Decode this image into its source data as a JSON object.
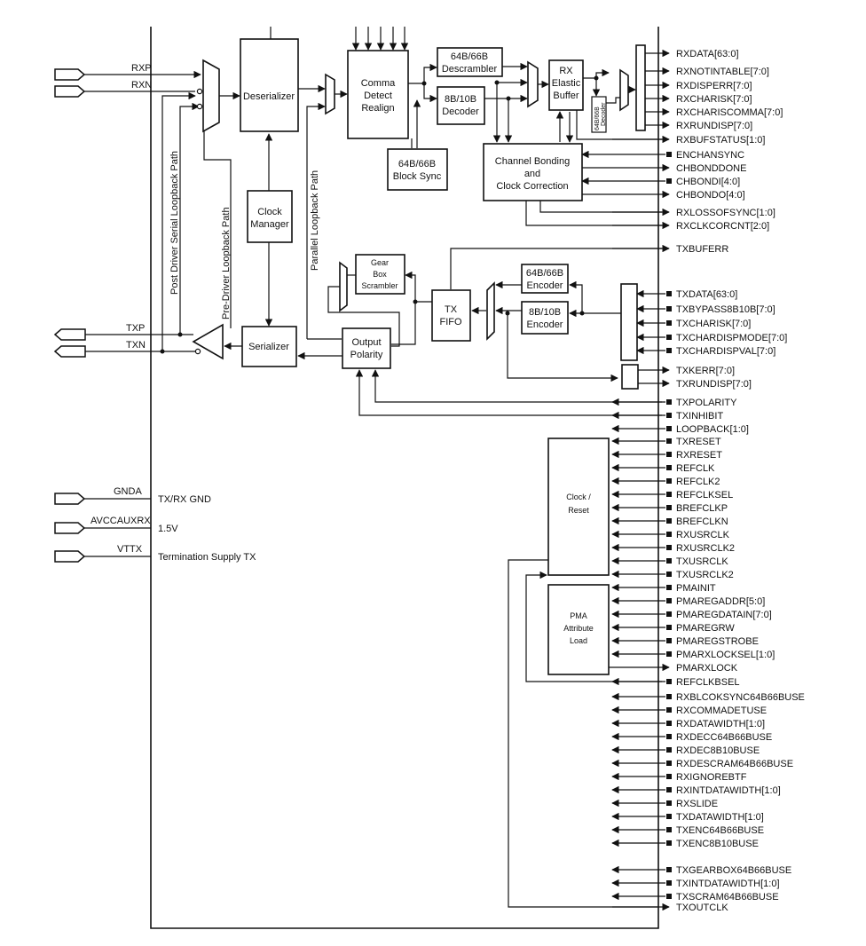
{
  "pins_left": [
    {
      "id": "rxp",
      "label": "RXP"
    },
    {
      "id": "rxn",
      "label": "RXN"
    },
    {
      "id": "txp",
      "label": "TXP"
    },
    {
      "id": "txn",
      "label": "TXN"
    },
    {
      "id": "gnda",
      "label": "GNDA",
      "desc": "TX/RX GND"
    },
    {
      "id": "avcc",
      "label": "AVCCAUXRX",
      "desc": "1.5V"
    },
    {
      "id": "vttx",
      "label": "VTTX",
      "desc": "Termination Supply TX"
    }
  ],
  "blocks": {
    "deserializer": "Deserializer",
    "comma": [
      "Comma",
      "Detect",
      "Realign"
    ],
    "descrambler": [
      "64B/66B",
      "Descrambler"
    ],
    "decoder8b": [
      "8B/10B",
      "Decoder"
    ],
    "elastic": [
      "RX",
      "Elastic",
      "Buffer"
    ],
    "dec64_small": [
      "64B/66B",
      "Decoder"
    ],
    "blocksync": [
      "64B/66B",
      "Block Sync"
    ],
    "chbond": [
      "Channel Bonding",
      "and",
      "Clock Correction"
    ],
    "clockmgr": [
      "Clock",
      "Manager"
    ],
    "gearbox": [
      "Gear",
      "Box",
      "Scrambler"
    ],
    "txfifo": [
      "TX",
      "FIFO"
    ],
    "enc64": [
      "64B/66B",
      "Encoder"
    ],
    "enc8b": [
      "8B/10B",
      "Encoder"
    ],
    "serializer": "Serializer",
    "outpol": [
      "Output",
      "Polarity"
    ],
    "clockreset": [
      "Clock /",
      "Reset"
    ],
    "pma": [
      "PMA",
      "Attribute",
      "Load"
    ]
  },
  "paths": {
    "post_driver": "Post Driver Serial Loopback Path",
    "pre_driver": "Pre-Driver Loopback Path",
    "parallel": "Parallel Loopback Path"
  },
  "signals_right": [
    {
      "label": "RXDATA[63:0]",
      "dir": "out"
    },
    {
      "label": "RXNOTINTABLE[7:0]",
      "dir": "out"
    },
    {
      "label": "RXDISPERR[7:0]",
      "dir": "out"
    },
    {
      "label": "RXCHARISK[7:0]",
      "dir": "out"
    },
    {
      "label": "RXCHARISCOMMA[7:0]",
      "dir": "out"
    },
    {
      "label": "RXRUNDISP[7:0]",
      "dir": "out"
    },
    {
      "label": "RXBUFSTATUS[1:0]",
      "dir": "out"
    },
    {
      "label": "ENCHANSYNC",
      "dir": "in"
    },
    {
      "label": "CHBONDDONE",
      "dir": "out"
    },
    {
      "label": "CHBONDI[4:0]",
      "dir": "in"
    },
    {
      "label": "CHBONDO[4:0]",
      "dir": "out"
    },
    {
      "label": "RXLOSSOFSYNC[1:0]",
      "dir": "out"
    },
    {
      "label": "RXCLKCORCNT[2:0]",
      "dir": "out"
    },
    {
      "label": "TXBUFERR",
      "dir": "out"
    },
    {
      "label": "TXDATA[63:0]",
      "dir": "in"
    },
    {
      "label": "TXBYPASS8B10B[7:0]",
      "dir": "in"
    },
    {
      "label": "TXCHARISK[7:0]",
      "dir": "in"
    },
    {
      "label": "TXCHARDISPMODE[7:0]",
      "dir": "in"
    },
    {
      "label": "TXCHARDISPVAL[7:0]",
      "dir": "in"
    },
    {
      "label": "TXKERR[7:0]",
      "dir": "out"
    },
    {
      "label": "TXRUNDISP[7:0]",
      "dir": "out"
    },
    {
      "label": "TXPOLARITY",
      "dir": "in"
    },
    {
      "label": "TXINHIBIT",
      "dir": "in"
    },
    {
      "label": "LOOPBACK[1:0]",
      "dir": "in"
    },
    {
      "label": "TXRESET",
      "dir": "in"
    },
    {
      "label": "RXRESET",
      "dir": "in"
    },
    {
      "label": "REFCLK",
      "dir": "in"
    },
    {
      "label": "REFCLK2",
      "dir": "in"
    },
    {
      "label": "REFCLKSEL",
      "dir": "in"
    },
    {
      "label": "BREFCLKP",
      "dir": "in"
    },
    {
      "label": "BREFCLKN",
      "dir": "in"
    },
    {
      "label": "RXUSRCLK",
      "dir": "in"
    },
    {
      "label": "RXUSRCLK2",
      "dir": "in"
    },
    {
      "label": "TXUSRCLK",
      "dir": "in"
    },
    {
      "label": "TXUSRCLK2",
      "dir": "in"
    },
    {
      "label": "PMAINIT",
      "dir": "in"
    },
    {
      "label": "PMAREGADDR[5:0]",
      "dir": "in"
    },
    {
      "label": "PMAREGDATAIN[7:0]",
      "dir": "in"
    },
    {
      "label": "PMAREGRW",
      "dir": "in"
    },
    {
      "label": "PMAREGSTROBE",
      "dir": "in"
    },
    {
      "label": "PMARXLOCKSEL[1:0]",
      "dir": "in"
    },
    {
      "label": "PMARXLOCK",
      "dir": "out"
    },
    {
      "label": "REFCLKBSEL",
      "dir": "in"
    },
    {
      "label": "RXBLCOKSYNC64B66BUSE",
      "dir": "in"
    },
    {
      "label": "RXCOMMADETUSE",
      "dir": "in"
    },
    {
      "label": "RXDATAWIDTH[1:0]",
      "dir": "in"
    },
    {
      "label": "RXDECC64B66BUSE",
      "dir": "in"
    },
    {
      "label": "RXDEC8B10BUSE",
      "dir": "in"
    },
    {
      "label": "RXDESCRAM64B66BUSE",
      "dir": "in"
    },
    {
      "label": "RXIGNOREBTF",
      "dir": "in"
    },
    {
      "label": "RXINTDATAWIDTH[1:0]",
      "dir": "in"
    },
    {
      "label": "RXSLIDE",
      "dir": "in"
    },
    {
      "label": "TXDATAWIDTH[1:0]",
      "dir": "in"
    },
    {
      "label": "TXENC64B66BUSE",
      "dir": "in"
    },
    {
      "label": "TXENC8B10BUSE",
      "dir": "in"
    },
    {
      "label": "TXGEARBOX64B66BUSE",
      "dir": "in"
    },
    {
      "label": "TXINTDATAWIDTH[1:0]",
      "dir": "in"
    },
    {
      "label": "TXSCRAM64B66BUSE",
      "dir": "in"
    },
    {
      "label": "TXOUTCLK",
      "dir": "out"
    }
  ]
}
